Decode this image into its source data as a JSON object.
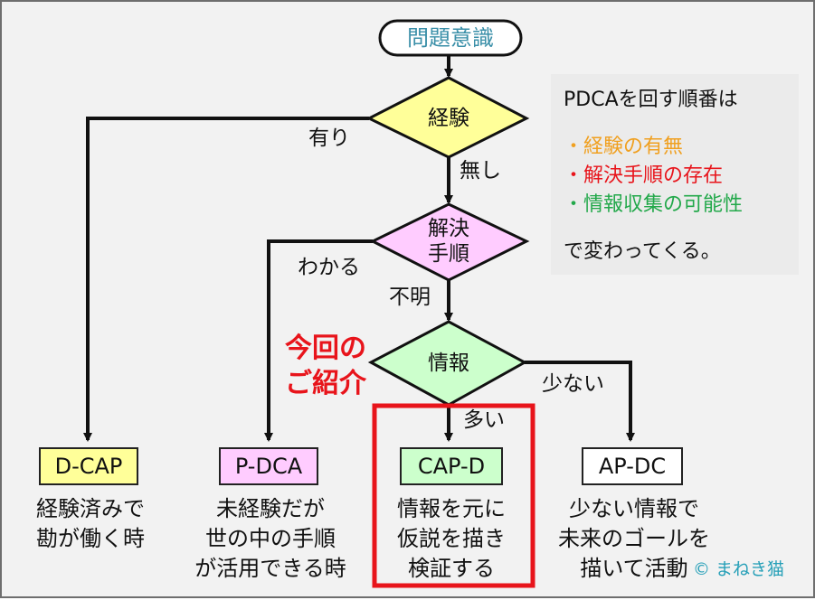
{
  "start": {
    "label": "問題意識"
  },
  "decisions": {
    "experience": {
      "label": "経験",
      "yes": "有り",
      "no": "無し"
    },
    "solution": {
      "label_line1": "解決",
      "label_line2": "手順",
      "known": "わかる",
      "unknown": "不明"
    },
    "info": {
      "label": "情報",
      "much": "多い",
      "little": "少ない"
    }
  },
  "callout": {
    "line1": "今回の",
    "line2": "ご紹介"
  },
  "outcomes": [
    {
      "label": "D-CAP",
      "color": "#ffff99",
      "desc": [
        "経験済みで",
        "勘が働く時"
      ]
    },
    {
      "label": "P-DCA",
      "color": "#ffccff",
      "desc": [
        "未経験だが",
        "世の中の手順",
        "が活用できる時"
      ]
    },
    {
      "label": "CAP-D",
      "color": "#ccffcc",
      "desc": [
        "情報を元に",
        "仮説を描き",
        "検証する"
      ]
    },
    {
      "label": "AP-DC",
      "color": "#ffffff",
      "desc": [
        "少ない情報で",
        "未来のゴールを",
        "描いて活動"
      ]
    }
  ],
  "note": {
    "title": "PDCAを回す順番は",
    "items": [
      {
        "text": "・経験の有無",
        "color": "#f0a020"
      },
      {
        "text": "・解決手順の存在",
        "color": "#e8141b"
      },
      {
        "text": "・情報収集の可能性",
        "color": "#22a84a"
      }
    ],
    "footer": "で変わってくる。"
  },
  "colors": {
    "experience_fill": "#ffff99",
    "solution_fill": "#ffccff",
    "info_fill": "#ccffcc",
    "start_text": "#3a8fa8",
    "highlight": "#e8141b"
  },
  "copyright": "© まねき猫"
}
